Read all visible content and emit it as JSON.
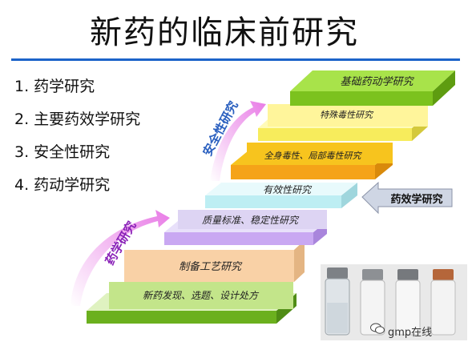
{
  "title": "新药的临床前研究",
  "list": [
    "1. 药学研究",
    "2. 主要药效学研究",
    "3. 安全性研究",
    "4. 药动学研究"
  ],
  "steps": [
    {
      "label": "新药发现、选题、设计处方",
      "color": "#c3e58a"
    },
    {
      "label": "制备工艺研究",
      "color": "#f9d1a6"
    },
    {
      "label": "质量标准、稳定性研究",
      "color": "#ddd4f3"
    },
    {
      "label": "有效性研究",
      "color": "#d9f5f8"
    },
    {
      "label": "全身毒性、局部毒性研究",
      "color": "#f7c41e"
    },
    {
      "label": "特殊毒性研究",
      "color": "#fff59b"
    },
    {
      "label": "基础药动学研究",
      "color": "#9fdc3f"
    }
  ],
  "side_labels": {
    "pharmacy": "药学研究",
    "safety": "安全性研究",
    "efficacy": "药效学研究"
  },
  "watermark": "gmp在线",
  "colors": {
    "rule": "#1c63c9",
    "arrow": "#e87be6",
    "efficacy_arrow": "#ccd5e6",
    "safety_text": "#2a5fbf",
    "pharmacy_text": "#8a22b8"
  }
}
